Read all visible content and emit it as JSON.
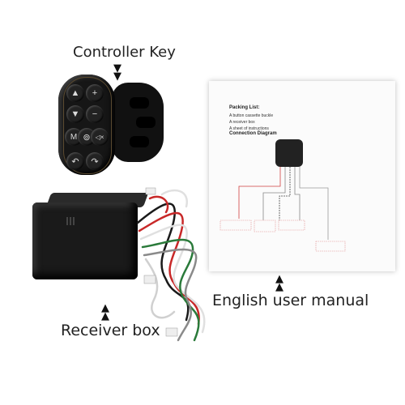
{
  "labels": {
    "controller_key": "Controller Key",
    "receiver_box": "Receiver box",
    "manual": "English user manual"
  },
  "manual": {
    "packing_title": "Packing List:",
    "item1": "A button cassette buckle",
    "item2": "A receiver box",
    "item3": "A sheet of instructions",
    "diagram_title": "Connection Diagram"
  },
  "controller": {
    "buttons": [
      "▲",
      "+",
      "▼",
      "−",
      "M",
      "⊚",
      "◁×",
      "↶",
      "↷"
    ]
  }
}
